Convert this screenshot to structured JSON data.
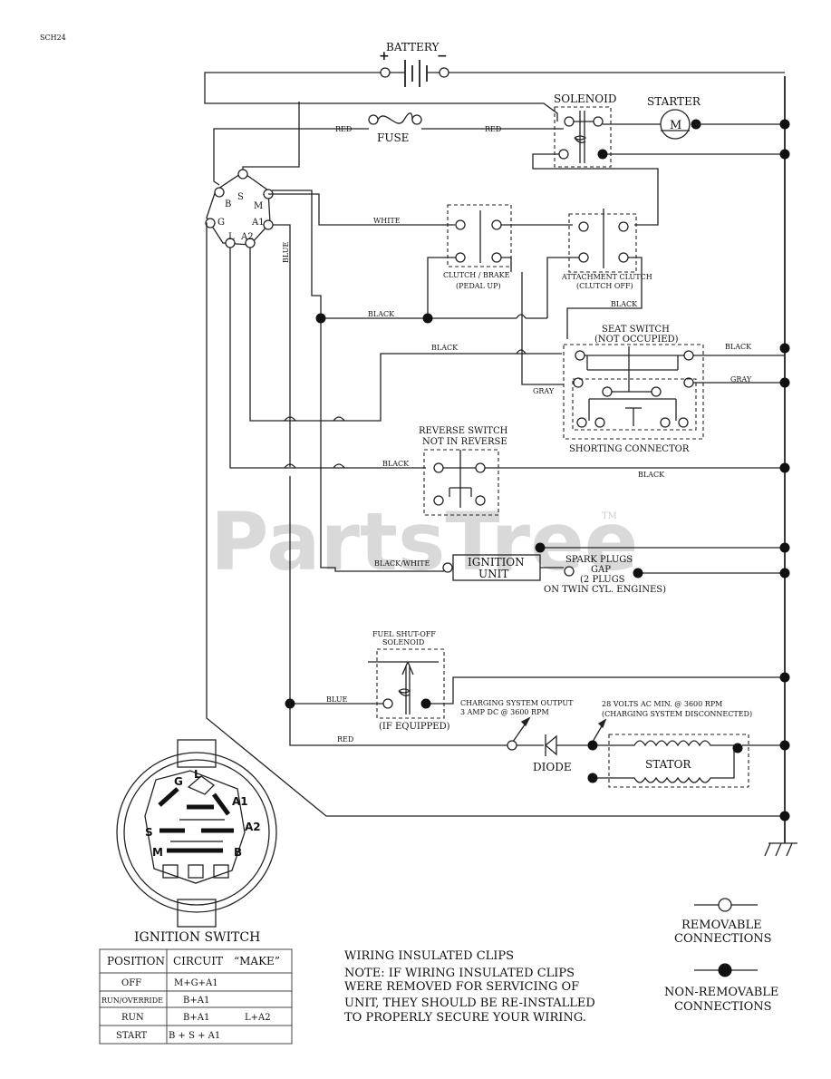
{
  "sheet_code": "SCH24",
  "watermark": "PartsTree",
  "watermark_tm": "TM",
  "components": {
    "battery": "BATTERY",
    "battery_plus": "+",
    "battery_minus": "−",
    "solenoid": "SOLENOID",
    "starter": "STARTER",
    "starter_motor": "M",
    "fuse": "FUSE",
    "ignition_switch_pins": {
      "b": "B",
      "s": "S",
      "m": "M",
      "g": "G",
      "a1": "A1",
      "l": "L",
      "a2": "A2"
    },
    "clutch_brake": [
      "CLUTCH / BRAKE",
      "(PEDAL UP)"
    ],
    "attachment_clutch": [
      "ATTACHMENT CLUTCH",
      "(CLUTCH OFF)"
    ],
    "seat_switch": [
      "SEAT SWITCH",
      "(NOT OCCUPIED)"
    ],
    "shorting_connector": "SHORTING CONNECTOR",
    "reverse_switch": [
      "REVERSE SWITCH",
      "NOT IN REVERSE"
    ],
    "ignition_unit": [
      "IGNITION",
      "UNIT"
    ],
    "spark_plugs": [
      "SPARK PLUGS",
      "GAP",
      "(2 PLUGS",
      "ON TWIN CYL. ENGINES)"
    ],
    "fuel_solenoid": [
      "FUEL SHUT-OFF",
      "SOLENOID",
      "(IF EQUIPPED)"
    ],
    "charging_output": [
      "CHARGING SYSTEM OUTPUT",
      "3 AMP DC @ 3600 RPM"
    ],
    "charging_ac": [
      "28 VOLTS AC MIN. @ 3600 RPM",
      "(CHARGING SYSTEM DISCONNECTED)"
    ],
    "diode": "DIODE",
    "stator": "STATOR"
  },
  "wire_colors": {
    "red": "RED",
    "white": "WHITE",
    "blue": "BLUE",
    "black": "BLACK",
    "gray": "GRAY",
    "black_white": "BLACK/WHITE"
  },
  "ignition_switch": {
    "title": "IGNITION SWITCH",
    "face_labels": {
      "g": "G",
      "l": "L",
      "a1": "A1",
      "s": "S",
      "a2": "A2",
      "m": "M",
      "b": "B"
    },
    "table": {
      "headers": [
        "POSITION",
        "CIRCUIT",
        "“MAKE”"
      ],
      "rows": [
        {
          "position": "OFF",
          "circuit": "M+G+A1",
          "make": ""
        },
        {
          "position": "RUN/OVERRIDE",
          "circuit": "B+A1",
          "make": ""
        },
        {
          "position": "RUN",
          "circuit": "B+A1",
          "make": "L+A2"
        },
        {
          "position": "START",
          "circuit": "B + S + A1",
          "make": ""
        }
      ]
    }
  },
  "notes": {
    "title": "WIRING INSULATED CLIPS",
    "lines": [
      "NOTE:  IF WIRING INSULATED CLIPS",
      "WERE REMOVED FOR SERVICING OF",
      "UNIT, THEY SHOULD BE RE-INSTALLED",
      "TO PROPERLY SECURE YOUR WIRING."
    ]
  },
  "legend": {
    "removable": [
      "REMOVABLE",
      "CONNECTIONS"
    ],
    "non_removable": [
      "NON-REMOVABLE",
      "CONNECTIONS"
    ]
  }
}
